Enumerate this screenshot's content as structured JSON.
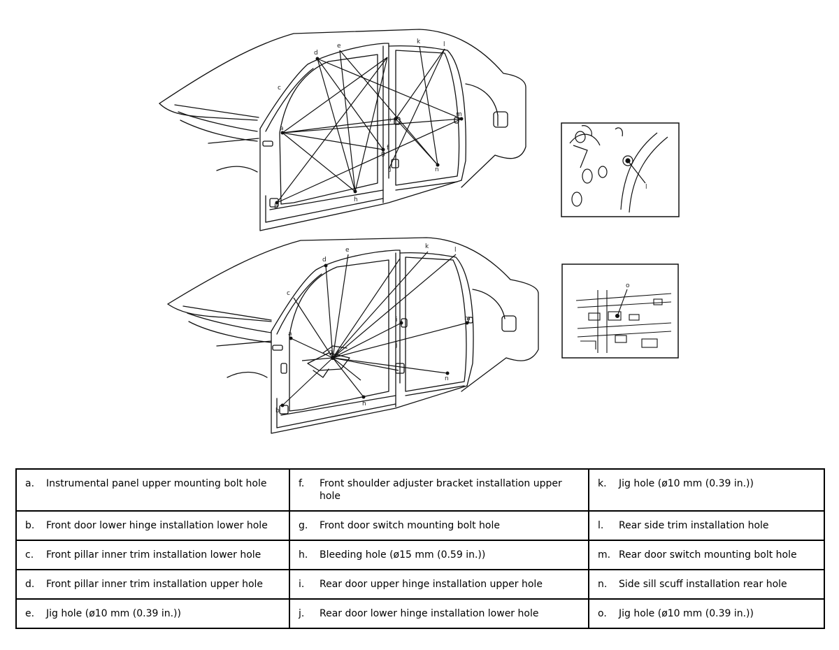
{
  "diagrams": [
    {
      "points": [
        "a",
        "b",
        "c",
        "d",
        "e",
        "f",
        "g",
        "h",
        "i",
        "j",
        "k",
        "l",
        "m",
        "n"
      ]
    },
    {
      "points": [
        "a",
        "b",
        "c",
        "d",
        "e",
        "f",
        "g",
        "h",
        "i",
        "j",
        "k",
        "l",
        "m",
        "n"
      ]
    }
  ],
  "insets": [
    {
      "label": "l"
    },
    {
      "label": "o"
    }
  ],
  "legend": {
    "rows": [
      [
        {
          "letter": "a.",
          "text": "Instrumental panel upper mounting bolt hole"
        },
        {
          "letter": "f.",
          "text": "Front shoulder adjuster bracket installation upper hole"
        },
        {
          "letter": "k.",
          "text": "Jig hole (ø10 mm (0.39 in.))"
        }
      ],
      [
        {
          "letter": "b.",
          "text": "Front door lower hinge installation lower hole"
        },
        {
          "letter": "g.",
          "text": "Front door switch mounting bolt hole"
        },
        {
          "letter": "l.",
          "text": "Rear side trim installation hole"
        }
      ],
      [
        {
          "letter": "c.",
          "text": "Front pillar inner trim installation lower hole"
        },
        {
          "letter": "h.",
          "text": "Bleeding hole (ø15 mm (0.59 in.))"
        },
        {
          "letter": "m.",
          "text": "Rear door switch mounting bolt hole"
        }
      ],
      [
        {
          "letter": "d.",
          "text": "Front pillar inner trim installation upper hole"
        },
        {
          "letter": "i.",
          "text": "Rear door upper hinge installation upper hole"
        },
        {
          "letter": "n.",
          "text": "Side sill scuff installation rear hole"
        }
      ],
      [
        {
          "letter": "e.",
          "text": "Jig hole (ø10 mm (0.39 in.))"
        },
        {
          "letter": "j.",
          "text": "Rear door lower hinge installation lower hole"
        },
        {
          "letter": "o.",
          "text": "Jig hole (ø10 mm (0.39 in.))"
        }
      ]
    ]
  }
}
